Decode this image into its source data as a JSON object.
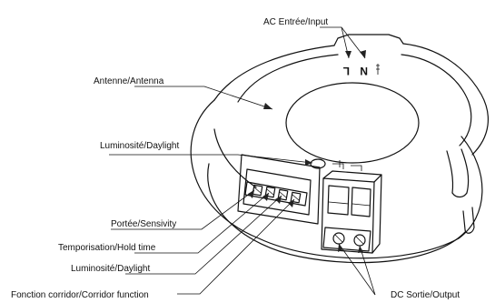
{
  "labels": {
    "ac_input": "AC Entrée/Input",
    "antenna": "Antenne/Antenna",
    "luminosity_top": "Luminosité/Daylight",
    "range": "Portée/Sensivity",
    "hold_time": "Temporisation/Hold time",
    "luminosity_bottom": "Luminosité/Daylight",
    "corridor": "Fonction corridor/Corridor function",
    "dc_output": "DC Sortie/Output"
  },
  "terminal_marks": {
    "live": "L",
    "neutral": "N"
  }
}
